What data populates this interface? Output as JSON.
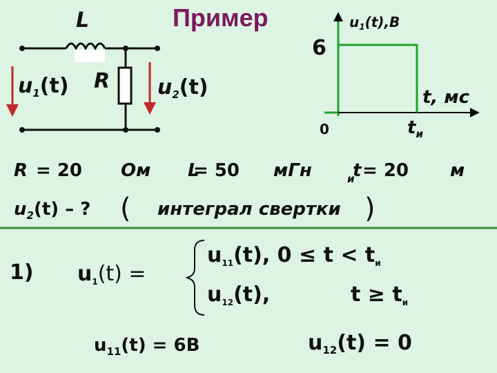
{
  "title": "Пример",
  "circuit": {
    "inductor_label": "L",
    "resistor_label": "R",
    "u1_label": "u",
    "u1_sub": "1",
    "u1_arg": "(t)",
    "u2_label": "u",
    "u2_sub": "2",
    "u2_arg": "(t)"
  },
  "graph": {
    "y_label": "u",
    "y_sub": "1",
    "y_arg": "(t),В",
    "y_value": "6",
    "x_label": "t, мс",
    "origin": "0",
    "tu_label": "t",
    "tu_sub": "и",
    "pulse_amplitude": 6,
    "colors": {
      "pulse": "#1fa32a",
      "axis": "#000000",
      "vertical_axis": "#1fa32a"
    }
  },
  "params": {
    "R_sym": "R",
    "R_val": "= 20",
    "R_unit": "Ом",
    "L_sym": "L",
    "L_val": "= 50",
    "L_unit": "мГн",
    "tu_sym": "t",
    "tu_sub": "и",
    "tu_val": "= 20",
    "tu_unit": "м"
  },
  "question": {
    "u2": "u",
    "u2_sub": "2",
    "u2_arg": "(t) – ?",
    "paren_open": "(",
    "text": "интеграл свертки",
    "paren_close": ")"
  },
  "step1": {
    "number": "1)",
    "lhs": "u",
    "lhs_sub": "1",
    "lhs_arg": "(t) =",
    "row1": "u",
    "row1_sub": "11",
    "row1_arg": "(t), 0 ≤ t < t",
    "row1_tail_sub": "и",
    "row2": "u",
    "row2_sub": "12",
    "row2_arg": "(t),",
    "row2_cond": "t ≥ t",
    "row2_cond_sub": "и"
  },
  "results": {
    "r1": "u",
    "r1_sub": "11",
    "r1_rest": "(t) = 6B",
    "r2": "u",
    "r2_sub": "12",
    "r2_rest": "(t) = 0"
  },
  "colors": {
    "background": "#ddf3e3",
    "title": "#7b1a5c",
    "arrow": "#c0282a",
    "divider": "#3f8a3f"
  }
}
